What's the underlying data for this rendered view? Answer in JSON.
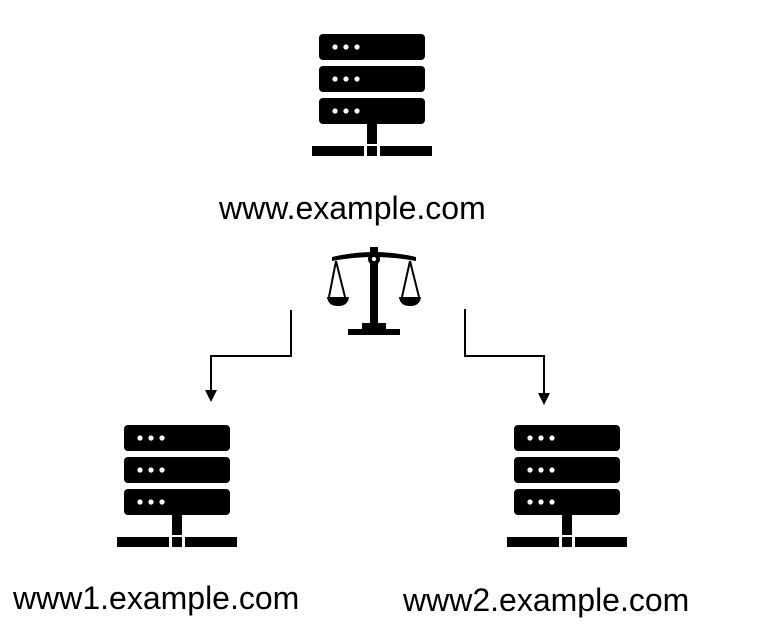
{
  "diagram": {
    "nodes": {
      "main": {
        "label": "www.example.com",
        "icon": "server-icon"
      },
      "balancer": {
        "icon": "balance-scale-icon"
      },
      "left": {
        "label": "www1.example.com",
        "icon": "server-icon"
      },
      "right": {
        "label": "www2.example.com",
        "icon": "server-icon"
      }
    },
    "edges": [
      {
        "from": "balancer",
        "to": "left"
      },
      {
        "from": "balancer",
        "to": "right"
      }
    ],
    "colors": {
      "ink": "#000000",
      "background": "#ffffff"
    }
  }
}
